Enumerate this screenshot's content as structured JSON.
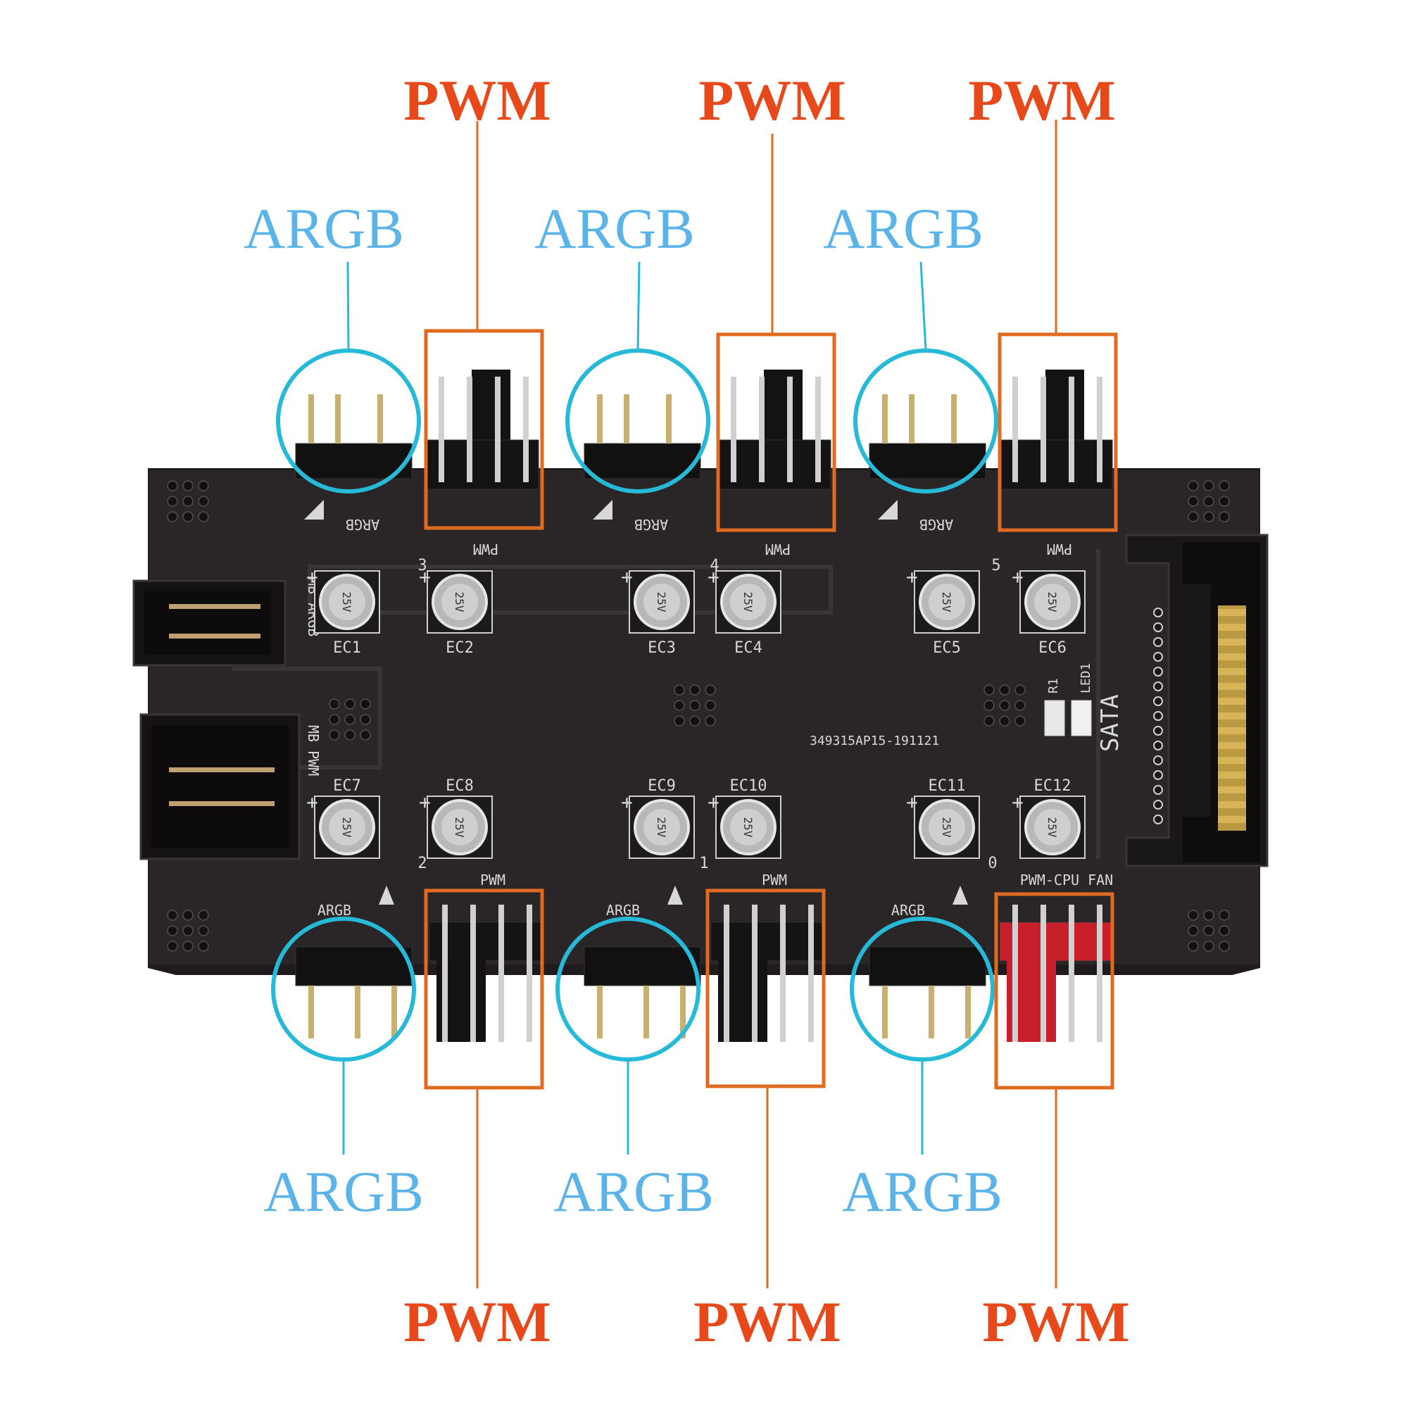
{
  "colors": {
    "pwm": "#e8491a",
    "argb": "#5ab4ea",
    "box": "#e06a1f",
    "circle": "#27b9d8",
    "pcb": "#2a2628",
    "silk": "#d8d8d8",
    "cpu_header": "#c8202a"
  },
  "callouts": {
    "top_pwm": [
      "PWM",
      "PWM",
      "PWM"
    ],
    "top_argb": [
      "ARGB",
      "ARGB",
      "ARGB"
    ],
    "bottom_argb": [
      "ARGB",
      "ARGB",
      "ARGB"
    ],
    "bottom_pwm": [
      "PWM",
      "PWM",
      "PWM"
    ]
  },
  "board": {
    "top_connector_labels": {
      "argb": [
        "ARGB",
        "ARGB",
        "ARGB"
      ],
      "pwm": [
        "PWM",
        "PWM",
        "PWM"
      ],
      "channel_numbers": [
        "3",
        "4",
        "5"
      ]
    },
    "bottom_connector_labels": {
      "argb": [
        "ARGB",
        "ARGB",
        "ARGB"
      ],
      "pwm": [
        "PWM",
        "PWM",
        "PWM-CPU FAN"
      ],
      "channel_numbers": [
        "2",
        "1",
        "0"
      ]
    },
    "capacitors_top": [
      "EC1",
      "EC2",
      "EC3",
      "EC4",
      "EC5",
      "EC6"
    ],
    "capacitors_bottom": [
      "EC7",
      "EC8",
      "EC9",
      "EC10",
      "EC11",
      "EC12"
    ],
    "capacitor_marking": "25V",
    "serial": "349315AP15-191121",
    "input_argb_label": "MB ARGB",
    "input_pwm_label": "MB PWM",
    "sata_label": "SATA",
    "r1_label": "R1",
    "led_label": "LED1"
  }
}
